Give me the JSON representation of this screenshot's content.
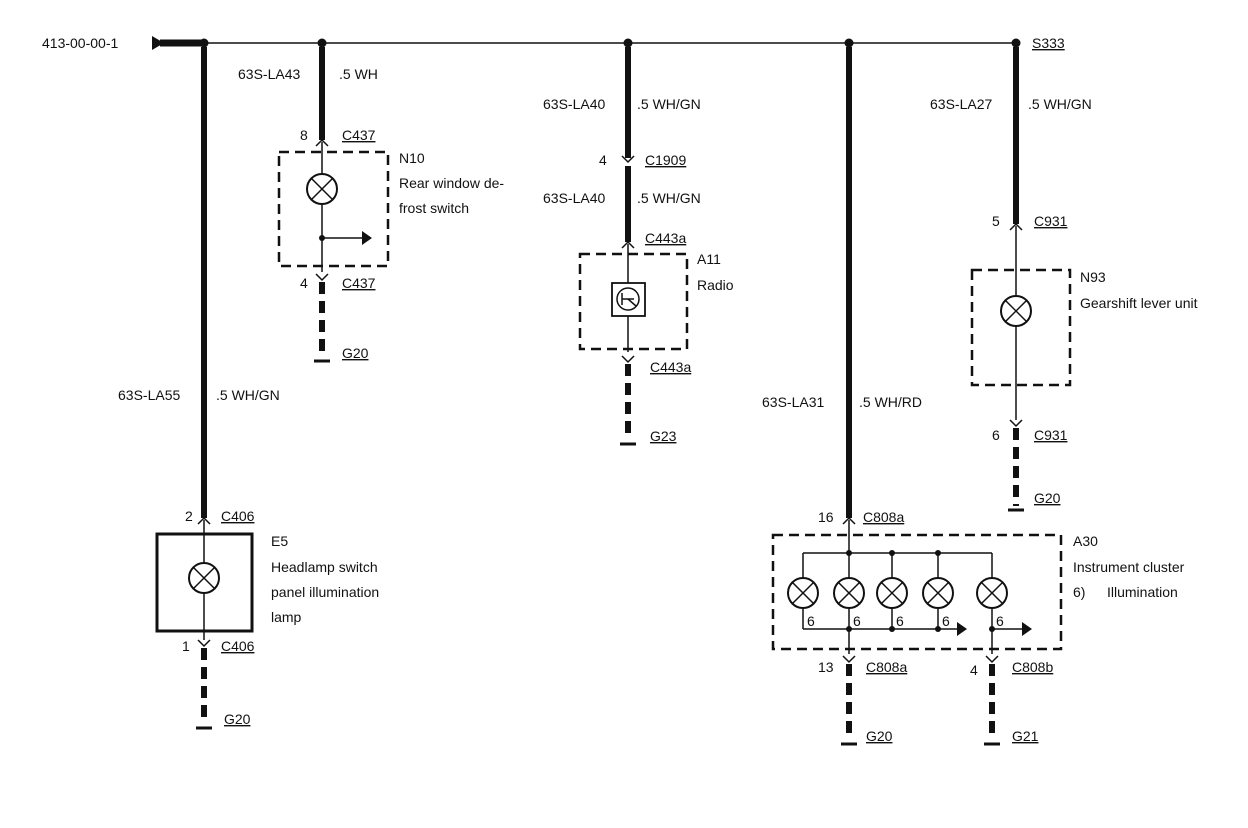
{
  "ref_label": "413-00-00-1",
  "splice": "S333",
  "n10": {
    "wire": "63S-LA43",
    "wire_size": ".5 WH",
    "pin_in": "8",
    "conn_in": "C437",
    "id": "N10",
    "name_1": "Rear window de-",
    "name_2": "frost switch",
    "pin_out": "4",
    "conn_out": "C437",
    "ground": "G20"
  },
  "radio": {
    "wire1": "63S-LA40",
    "wire1_size": ".5 WH/GN",
    "pin_mid": "4",
    "conn_mid": "C1909",
    "wire2": "63S-LA40",
    "wire2_size": ".5 WH/GN",
    "conn_in": "C443a",
    "id": "A11",
    "name": "Radio",
    "conn_out": "C443a",
    "ground": "G23"
  },
  "e5": {
    "wire": "63S-LA55",
    "wire_size": ".5 WH/GN",
    "pin_in": "2",
    "conn_in": "C406",
    "id": "E5",
    "name_1": "Headlamp switch",
    "name_2": "panel illumination",
    "name_3": "lamp",
    "pin_out": "1",
    "conn_out": "C406",
    "ground": "G20"
  },
  "n93": {
    "wire": "63S-LA27",
    "wire_size": ".5 WH/GN",
    "pin_in": "5",
    "conn_in": "C931",
    "id": "N93",
    "name": "Gearshift lever unit",
    "pin_out": "6",
    "conn_out": "C931",
    "ground": "G20"
  },
  "a30": {
    "wire": "63S-LA31",
    "wire_size": ".5 WH/RD",
    "pin_in": "16",
    "conn_in": "C808a",
    "id": "A30",
    "name_1": "Instrument cluster",
    "name_num": "6)",
    "name_2": "Illumination",
    "lamp_pins": [
      "6",
      "6",
      "6",
      "6",
      "6"
    ],
    "pin_out_a": "13",
    "conn_out_a": "C808a",
    "ground_a": "G20",
    "pin_out_b": "4",
    "conn_out_b": "C808b",
    "ground_b": "G21"
  }
}
